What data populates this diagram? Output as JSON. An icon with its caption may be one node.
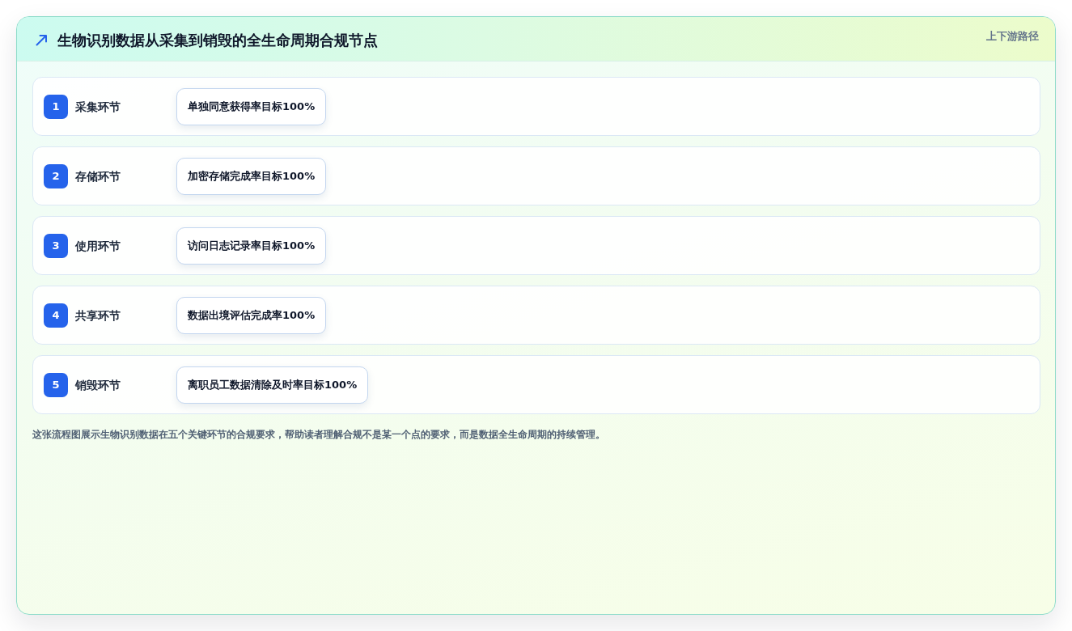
{
  "diagram": {
    "title": "生物识别数据从采集到销毁的全生命周期合规节点",
    "caption": "这张流程图展示生物识别数据在五个关键环节的合规要求，帮助读者理解合规不是某一个点的要求，而是数据全生命周期的持续管理。",
    "nodes": [
      {
        "text": [
          "采集环节"
        ]
      },
      {
        "text": [
          "1"
        ],
        "in": 0
      },
      {
        "text": [
          "单独同意获得率目标100%"
        ],
        "in": 0
      },
      {
        "text": [
          "存储环节"
        ]
      },
      {
        "text": [
          "2"
        ],
        "in": 3
      },
      {
        "text": [
          "加密存储完成率目标100%"
        ],
        "in": 3
      },
      {
        "text": [
          "使用环节"
        ]
      },
      {
        "text": [
          "3"
        ],
        "in": 6
      },
      {
        "text": [
          "访问日志记录率目标100%"
        ],
        "in": 6
      },
      {
        "text": [
          "共享环节"
        ]
      },
      {
        "text": [
          "4"
        ],
        "in": 9
      },
      {
        "text": [
          "数据出境评估完成率100%"
        ],
        "in": 9
      },
      {
        "text": [
          "销毁环节"
        ]
      },
      {
        "text": [
          "5"
        ],
        "in": 12
      },
      {
        "text": [
          "离职员工数据清除及时率目标100%"
        ],
        "in": 12
      }
    ],
    "labels": [
      "上下游路径"
    ]
  }
}
